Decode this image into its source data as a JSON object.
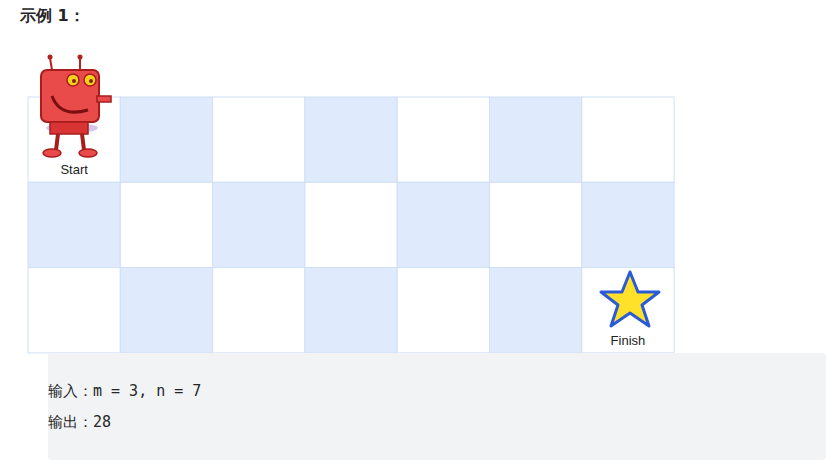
{
  "diagram": {
    "title": "示例 1：",
    "nodes": [
      {
        "text": [
          "Start"
        ]
      },
      {
        "text": [
          "Finish"
        ]
      },
      {
        "text": [
          "输入：m = 3, n = 7",
          "输出：28"
        ]
      }
    ]
  }
}
